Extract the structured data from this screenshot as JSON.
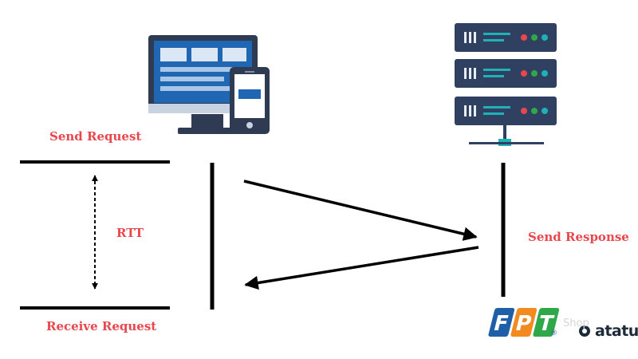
{
  "labels": {
    "send_request": "Send Request",
    "rtt": "RTT",
    "receive_request": "Receive Request",
    "send_response": "Send Response"
  },
  "logo": {
    "letters": [
      "F",
      "P",
      "T"
    ],
    "registered": "®",
    "shop_text": "Shop",
    "brand_text": "atatu"
  },
  "colors": {
    "label": "#e8474d",
    "line": "#000000",
    "monitor_frame": "#2f3b52",
    "screen_blue": "#1f66b3",
    "server_body": "#2f4060",
    "server_cyan": "#1fb0b8",
    "fpt_blue": "#1f5fa8",
    "fpt_orange": "#f28a1e",
    "fpt_green": "#2fa84a"
  },
  "icons": {
    "client": "desktop-and-phone-icon",
    "server": "server-rack-icon"
  }
}
